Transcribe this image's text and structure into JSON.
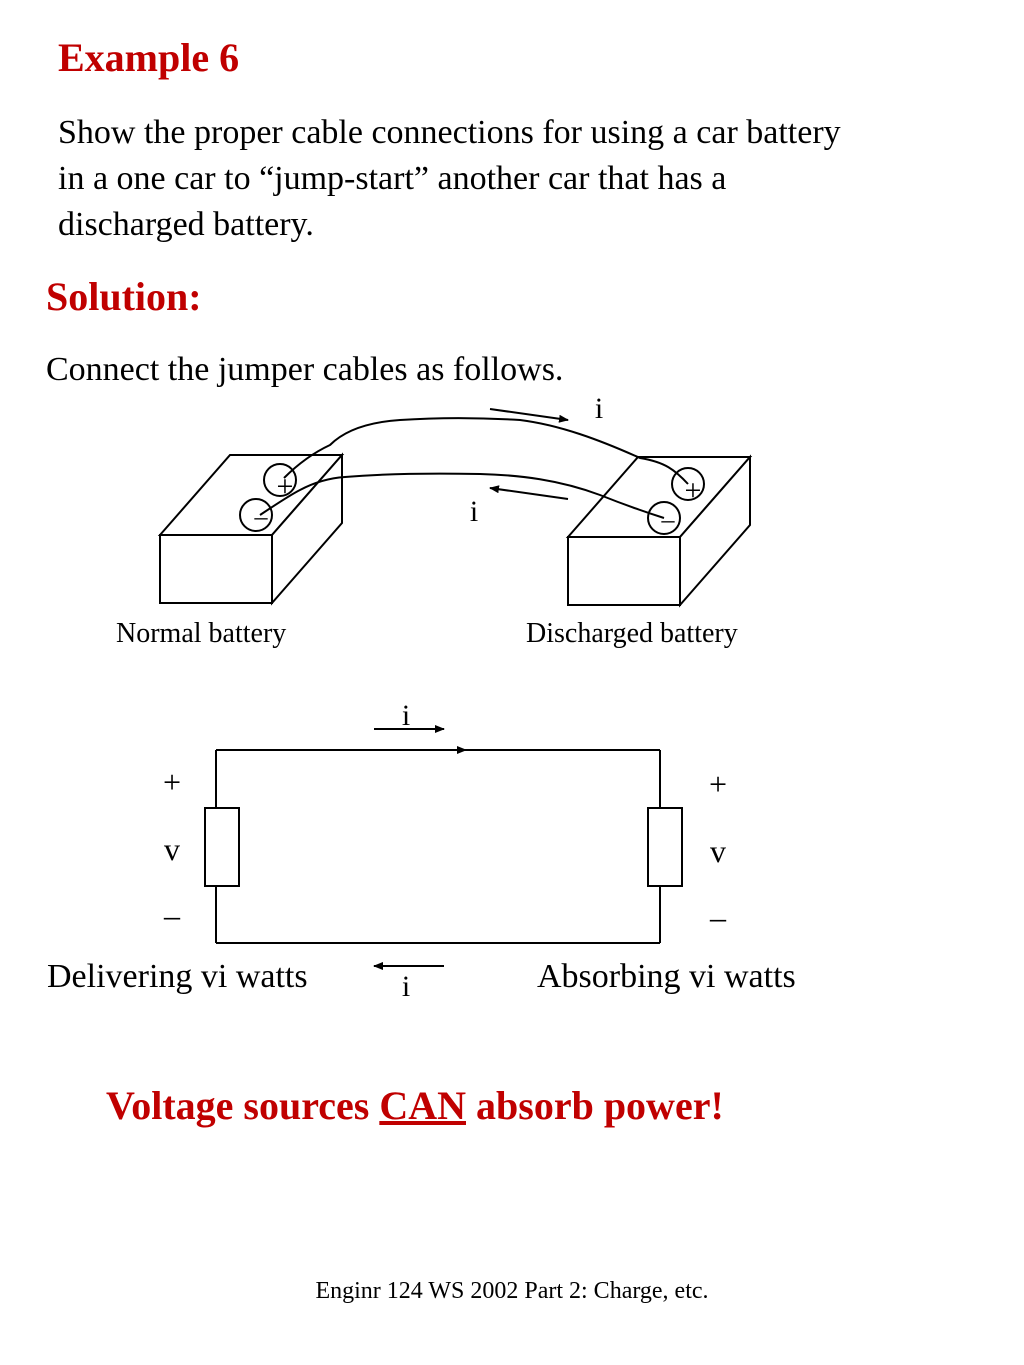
{
  "title": "Example 6",
  "problem": {
    "line1": "Show the proper cable connections for using a car battery",
    "line2": "in a one car to “jump-start” another car that has a",
    "line3": "discharged battery."
  },
  "solution_heading": "Solution:",
  "connect_text": "Connect the jumper cables as follows.",
  "battery_diagram": {
    "current_top_label": "i",
    "current_bottom_label": "i",
    "plus_symbol": "+",
    "minus_symbol": "–",
    "normal_battery_label": "Normal battery",
    "discharged_battery_label": "Discharged battery"
  },
  "circuit": {
    "current_top_label": "i",
    "current_bottom_label": "i",
    "left_plus": "+",
    "left_v": "v",
    "left_minus": "–",
    "right_plus": "+",
    "right_v": "v",
    "right_minus": "–",
    "left_caption": "Delivering vi watts",
    "right_caption": "Absorbing vi watts"
  },
  "conclusion": {
    "before": "Voltage sources ",
    "emphasis": "CAN",
    "after": " absorb power!"
  },
  "footer": "Enginr 124 WS 2002  Part 2: Charge, etc.",
  "colors": {
    "heading_red": "#c00000",
    "text": "#000000",
    "background": "#ffffff"
  }
}
